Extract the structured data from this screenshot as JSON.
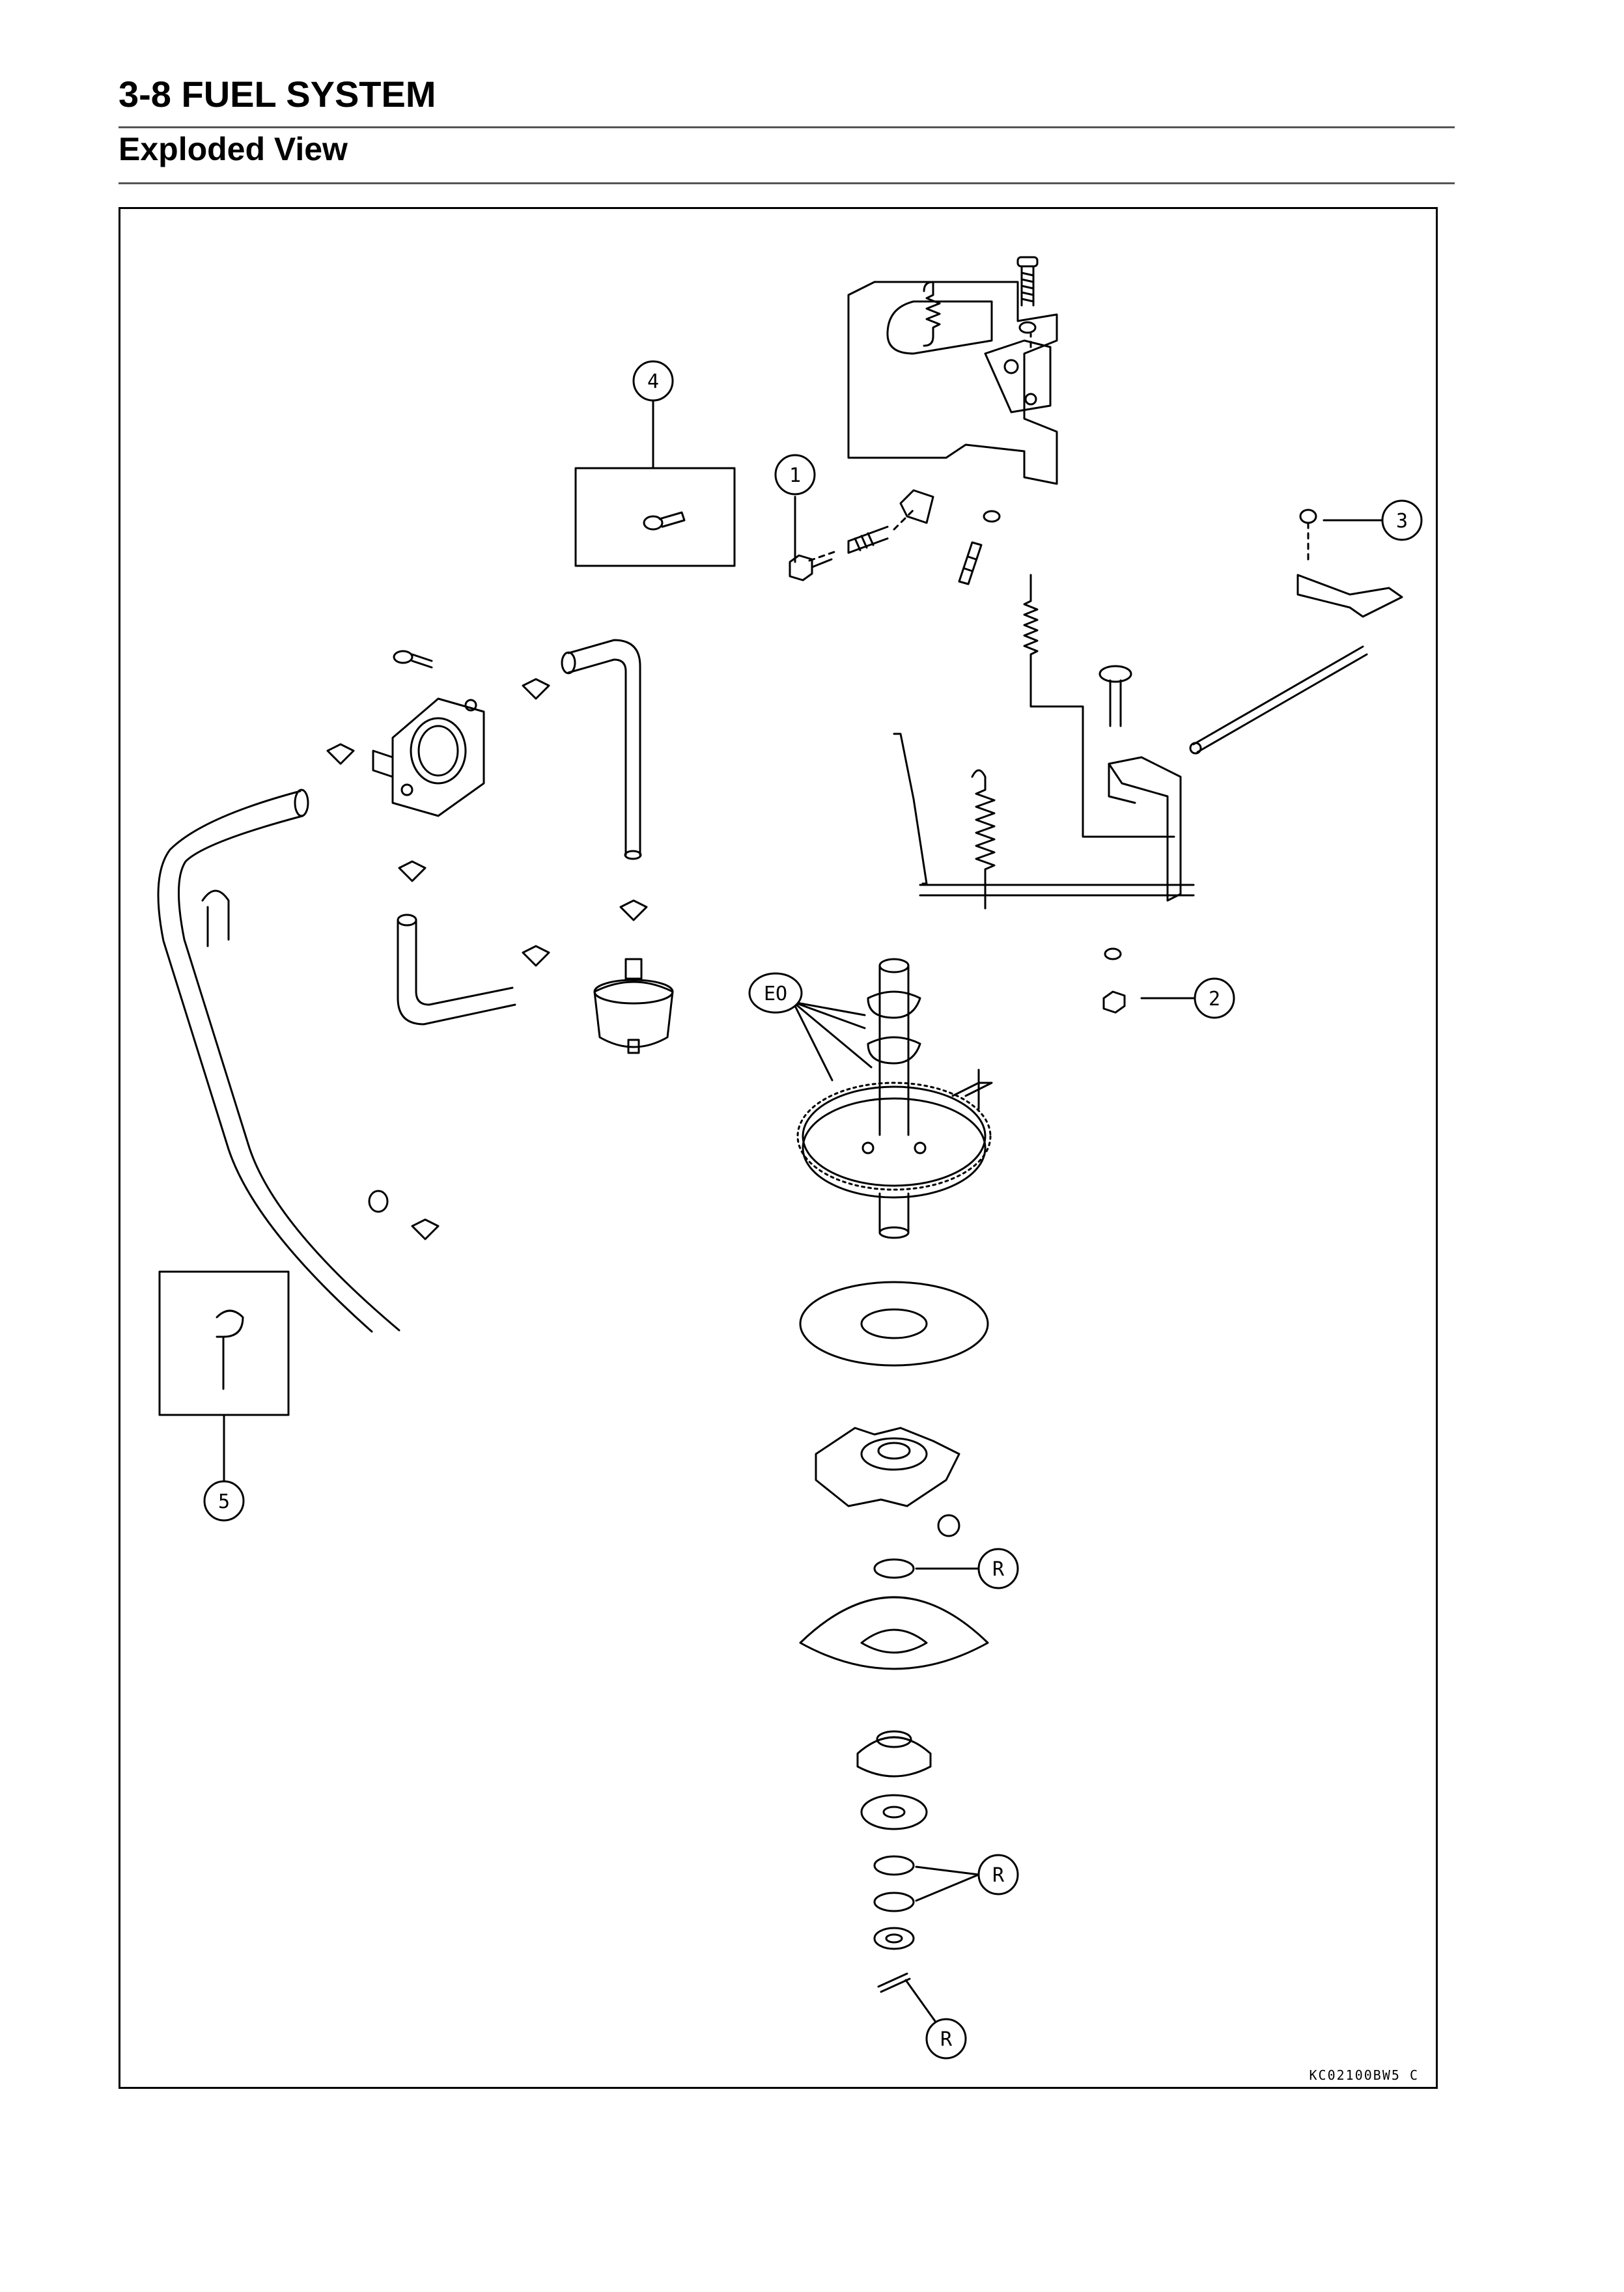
{
  "header": {
    "section_title": "3-8 FUEL SYSTEM",
    "subsection_title": "Exploded View"
  },
  "figure": {
    "callouts": {
      "c1": "1",
      "c2": "2",
      "c3": "3",
      "c4": "4",
      "c5": "5",
      "eo": "EO",
      "r1": "R",
      "r2": "R",
      "r3": "R"
    },
    "code": "KC02100BW5 C"
  }
}
